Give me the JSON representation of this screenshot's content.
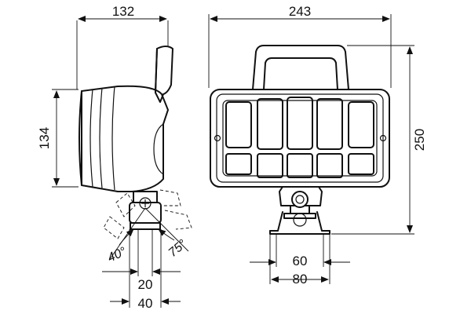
{
  "dimensions": {
    "side_width": "132",
    "side_height": "134",
    "front_width": "243",
    "front_height": "250",
    "mount_width_inner": "20",
    "mount_width_outer": "40",
    "bracket_inner": "60",
    "bracket_outer": "80"
  },
  "angles": {
    "tilt_back": "40°",
    "tilt_forward": "75°"
  }
}
